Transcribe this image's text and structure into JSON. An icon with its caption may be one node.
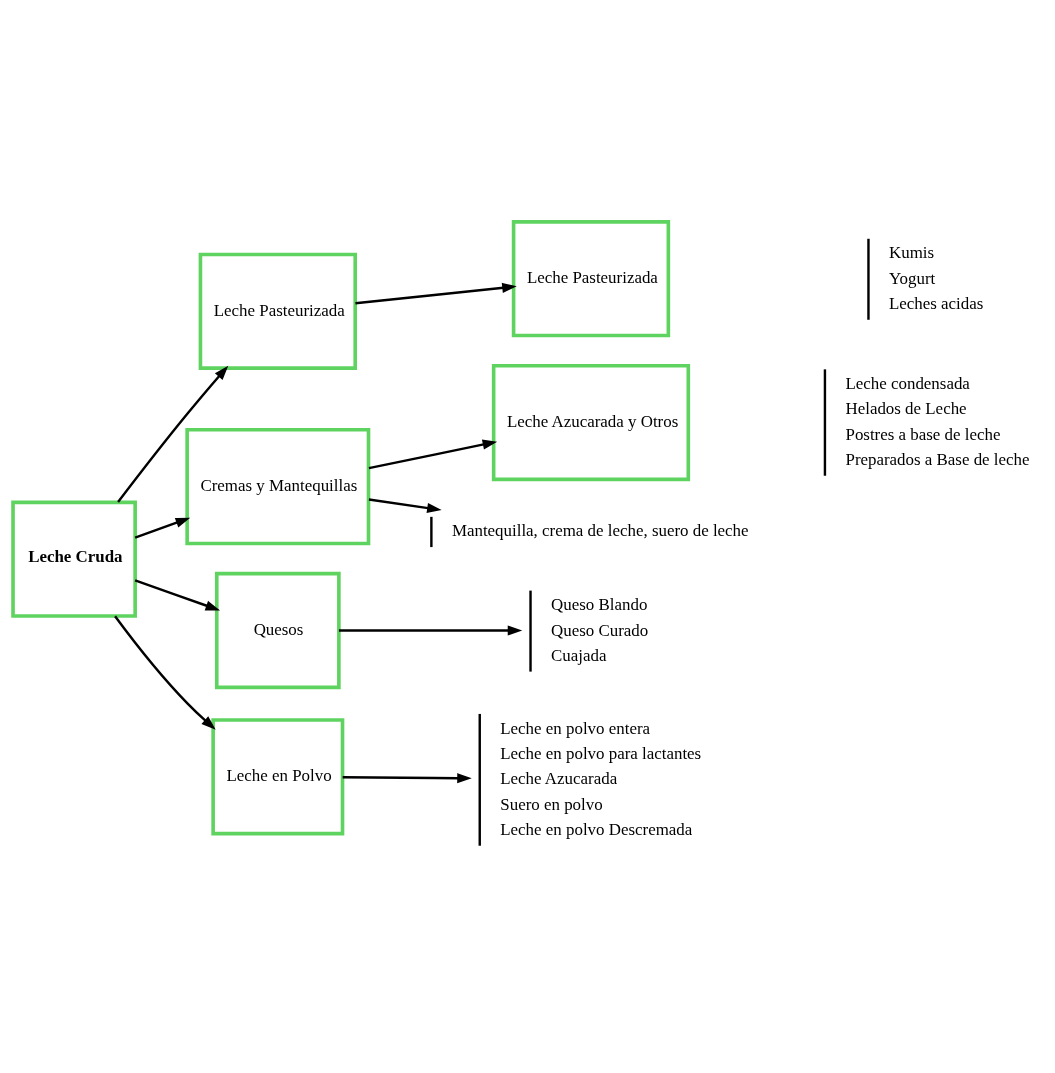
{
  "diagram": {
    "nodes": [
      {
        "text": [
          "Leche Cruda"
        ]
      },
      {
        "text": [
          "Leche Pasteurizada"
        ]
      },
      {
        "text": [
          "Cremas y Mantequillas"
        ]
      },
      {
        "text": [
          "Quesos"
        ]
      },
      {
        "text": [
          "Leche en Polvo"
        ]
      },
      {
        "text": [
          "Leche Pasteurizada"
        ]
      },
      {
        "text": [
          "Leche Azucarada y Otros"
        ]
      },
      {
        "text": [
          "Kumis",
          "Yogurt",
          "Leches acidas"
        ]
      },
      {
        "text": [
          "Leche condensada",
          "Helados de Leche",
          "Postres a base de leche",
          "Preparados a Base de leche"
        ]
      },
      {
        "text": [
          "Mantequilla, crema de leche, suero de leche"
        ]
      },
      {
        "text": [
          "Queso Blando",
          "Queso Curado",
          "Cuajada"
        ]
      },
      {
        "text": [
          "Leche en polvo entera",
          "Leche en polvo para lactantes",
          "Leche Azucarada",
          "Suero en polvo",
          "Leche en polvo Descremada"
        ]
      }
    ],
    "edges": [
      {
        "from": 0,
        "to": 1,
        "arrow": "to"
      },
      {
        "from": 0,
        "to": 2,
        "arrow": "to"
      },
      {
        "from": 0,
        "to": 3,
        "arrow": "to"
      },
      {
        "from": 0,
        "to": 4,
        "arrow": "to"
      },
      {
        "from": 1,
        "to": 5,
        "arrow": "to"
      },
      {
        "from": 2,
        "to": 6,
        "arrow": "to"
      },
      {
        "from": 2,
        "to": 9,
        "arrow": "to"
      },
      {
        "from": 3,
        "to": 10,
        "arrow": "to"
      },
      {
        "from": 4,
        "to": 11,
        "arrow": "to"
      }
    ]
  }
}
